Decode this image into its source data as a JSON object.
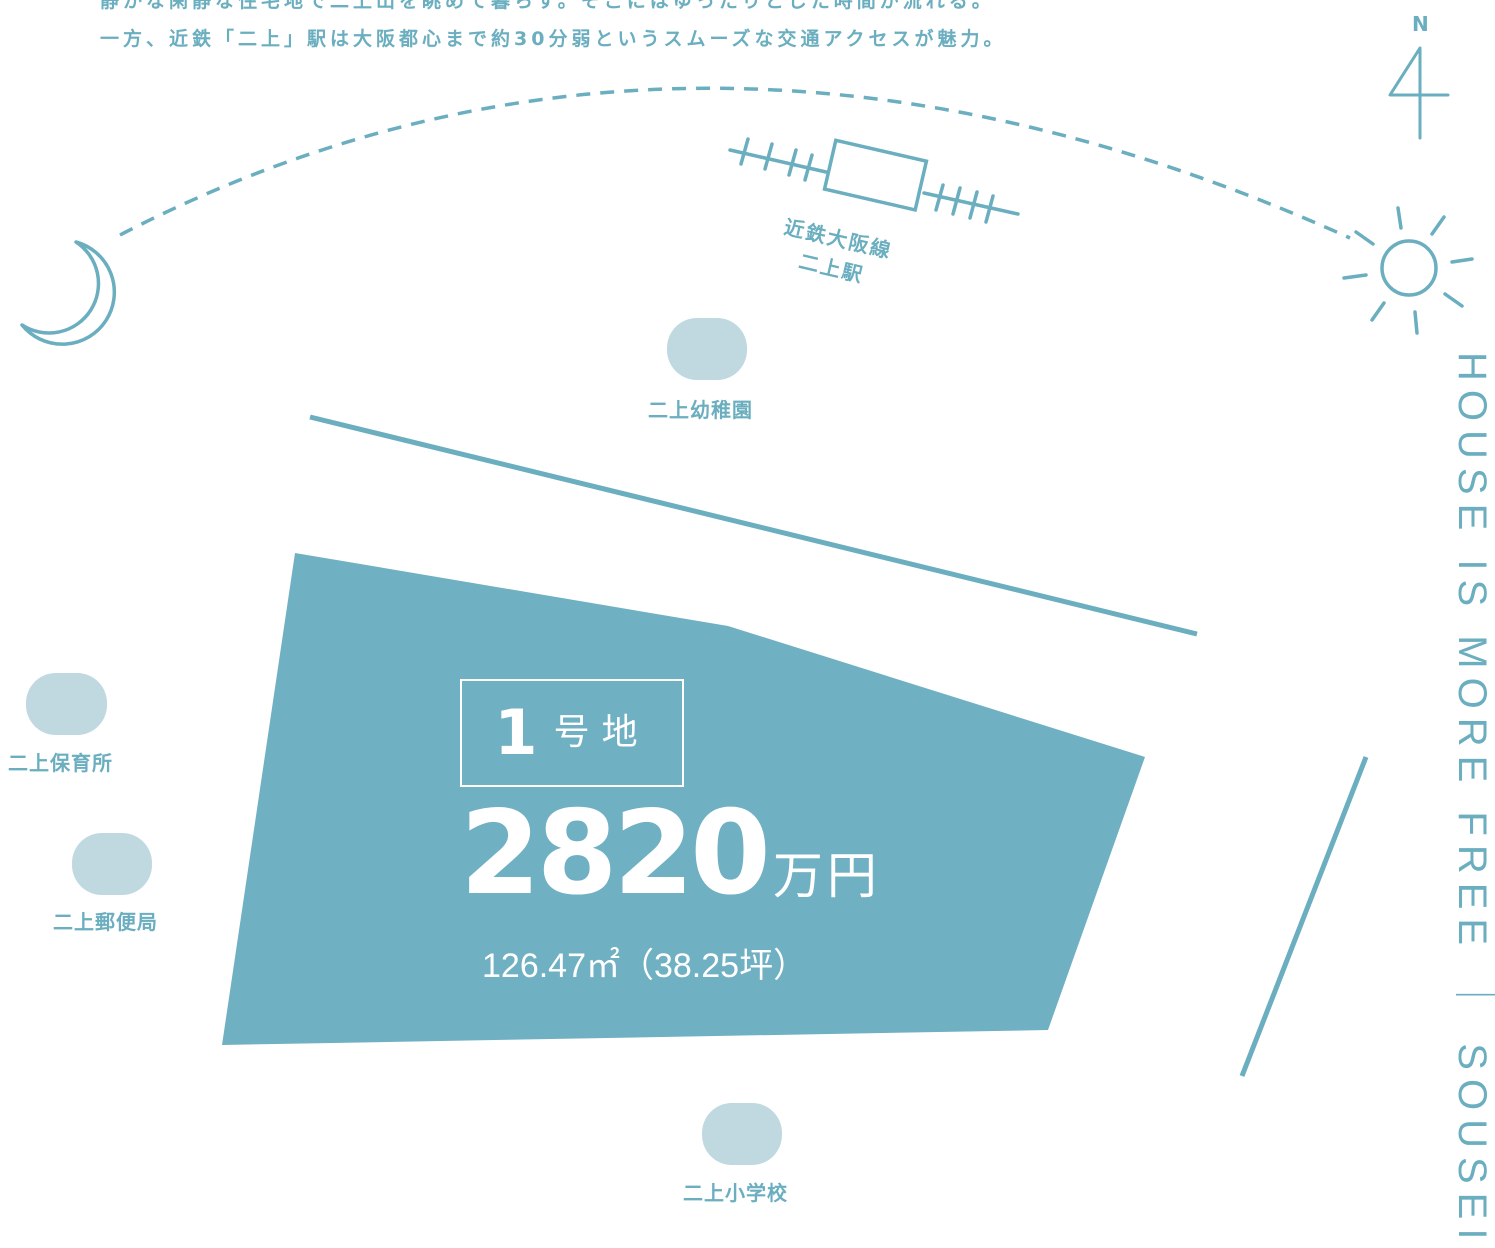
{
  "intro": {
    "line1": "静かな閑静な住宅地で二上山を眺めて暮らす。そこにはゆったりとした時間が流れる。",
    "line2": "一方、近鉄「二上」駅は大阪都心まで約30分弱というスムーズな交通アクセスが魅力。"
  },
  "compass": {
    "north_label": "N"
  },
  "station": {
    "line_name": "近鉄大阪線",
    "station_name": "二上駅"
  },
  "facilities": {
    "kindergarten": "二上幼稚園",
    "nursery": "二上保育所",
    "post_office": "二上郵便局",
    "elementary_school": "二上小学校"
  },
  "plot": {
    "number": "1",
    "suffix": "号地",
    "price_value": "2820",
    "price_unit": "万円",
    "area": "126.47㎡（38.25坪）"
  },
  "brand": {
    "text": "HOUSE IS MORE FREE ｜ SOUSEI"
  },
  "colors": {
    "accent": "#6aaebf",
    "plot_fill": "#70b0c3",
    "facility_marker": "#c0d8e0",
    "background": "#ffffff"
  },
  "icons": {
    "sky_left": "crescent-moon-icon",
    "sky_right": "sun-icon",
    "north": "north-arrow-icon",
    "rail": "railway-track-icon"
  }
}
